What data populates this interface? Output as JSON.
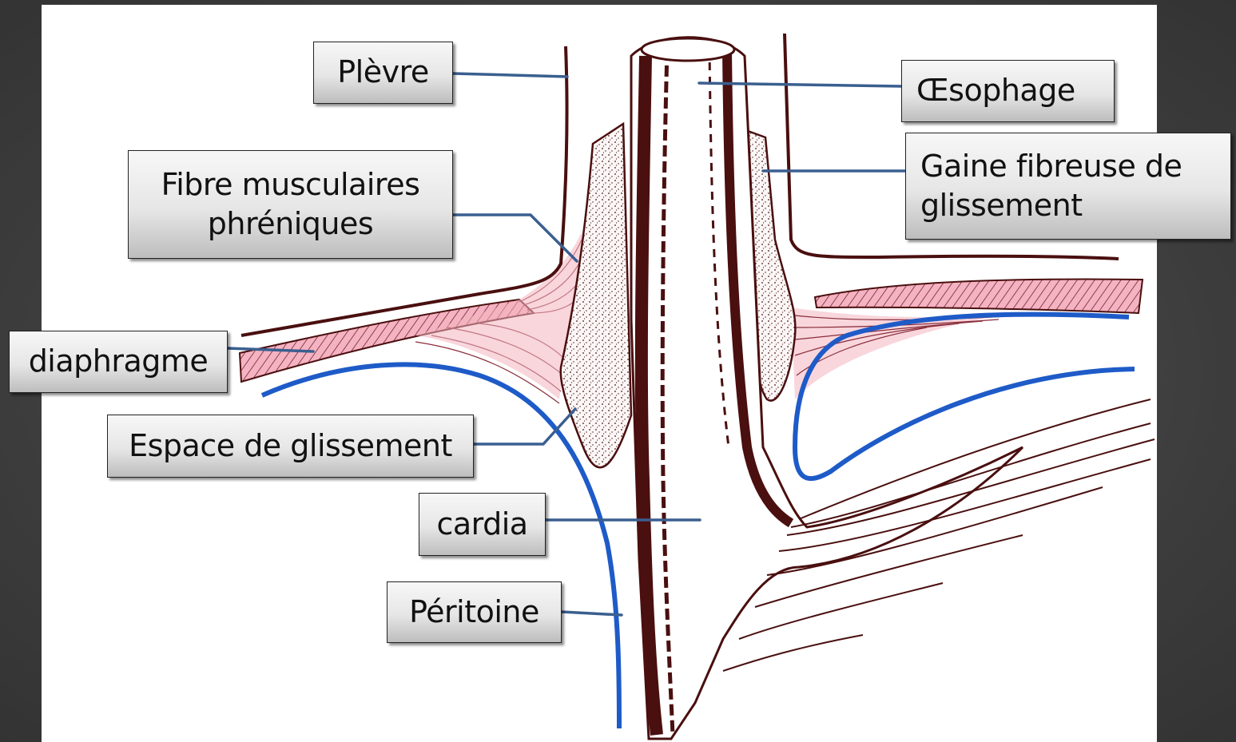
{
  "labels": {
    "plevre": "Plèvre",
    "oesophage": "Œsophage",
    "gaine": "Gaine fibreuse de\nglissement",
    "fibre": "Fibre musculaires\nphréniques",
    "diaphragme": "diaphragme",
    "espace": "Espace de glissement",
    "cardia": "cardia",
    "peritoine": "Péritoine"
  },
  "colors": {
    "muscle_fill": "#f0a8b8",
    "tissue_stroke": "#4a0f0f",
    "peritoneum": "#1e5bc8",
    "leader_line": "#3a5f8f"
  }
}
